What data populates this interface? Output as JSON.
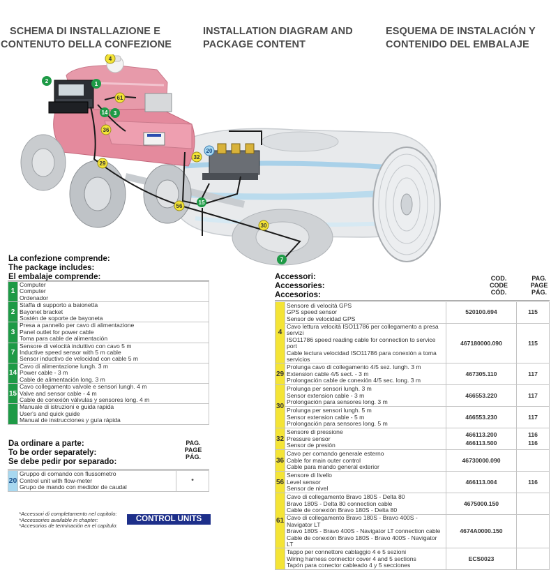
{
  "headers": {
    "it": [
      "SCHEMA DI INSTALLAZIONE E",
      "CONTENUTO DELLA CONFEZIONE"
    ],
    "en": [
      "INSTALLATION DIAGRAM AND",
      "PACKAGE CONTENT"
    ],
    "es": [
      "ESQUEMA DE INSTALACIÓN Y",
      "CONTENIDO DEL EMBALAJE"
    ]
  },
  "diagram_labels": [
    {
      "num": "1",
      "kind": "green"
    },
    {
      "num": "2",
      "kind": "green"
    },
    {
      "num": "3",
      "kind": "green"
    },
    {
      "num": "4",
      "kind": "yellow"
    },
    {
      "num": "7",
      "kind": "green"
    },
    {
      "num": "14",
      "kind": "green"
    },
    {
      "num": "15",
      "kind": "green"
    },
    {
      "num": "20",
      "kind": "blue"
    },
    {
      "num": "29",
      "kind": "yellow"
    },
    {
      "num": "30",
      "kind": "yellow"
    },
    {
      "num": "32",
      "kind": "yellow"
    },
    {
      "num": "36",
      "kind": "yellow"
    },
    {
      "num": "56",
      "kind": "yellow"
    },
    {
      "num": "61",
      "kind": "yellow"
    }
  ],
  "package": {
    "title": [
      "La confezione comprende:",
      "The package includes:",
      "El embalaje comprende:"
    ],
    "items": [
      {
        "num": "1",
        "lines": [
          "Computer",
          "Computer",
          "Ordenador"
        ]
      },
      {
        "num": "2",
        "lines": [
          "Staffa di supporto a baionetta",
          "Bayonet bracket",
          "Sostén de soporte de bayoneta"
        ]
      },
      {
        "num": "3",
        "lines": [
          "Presa a pannello per cavo di alimentazione",
          "Panel outlet for power cable",
          "Toma para cable de alimentación"
        ]
      },
      {
        "num": "7",
        "lines": [
          "Sensore di velocità induttivo con cavo 5 m",
          "Inductive speed sensor with 5 m cable",
          "Sensor inductivo de velocidad con cable 5 m"
        ]
      },
      {
        "num": "14",
        "lines": [
          "Cavo di alimentazione lungh. 3 m",
          "Power cable - 3 m",
          "Cable de alimentación long. 3 m"
        ]
      },
      {
        "num": "15",
        "lines": [
          "Cavo collegamento valvole e sensori lungh. 4 m",
          "Valve and sensor cable - 4 m",
          "Cable de conexión válvulas y sensores long. 4 m"
        ]
      },
      {
        "num": "",
        "lines": [
          "Manuale di istruzioni e guida rapida",
          "User's and quick guide",
          "Manual de instrucciones y guía rápida"
        ]
      }
    ]
  },
  "order": {
    "title": [
      "Da ordinare a parte:",
      "To be order separately:",
      "Se debe pedir por separado:"
    ],
    "pag_header": [
      "PAG.",
      "PAGE",
      "PÁG."
    ],
    "items": [
      {
        "num": "20",
        "lines": [
          "Gruppo di comando con flussometro",
          "Control unit with flow-meter",
          "Grupo de mando con medidor de caudal"
        ],
        "page": "*"
      }
    ]
  },
  "accessories": {
    "title": [
      "Accessori:",
      "Accessories:",
      "Accesorios:"
    ],
    "code_header": [
      "COD.",
      "CODE",
      "CÓD."
    ],
    "pag_header": [
      "PAG.",
      "PAGE",
      "PÁG."
    ],
    "rows": [
      {
        "num": "4",
        "items": [
          {
            "lines": [
              "Sensore di velocità GPS",
              "GPS speed sensor",
              "Sensor de velocidad GPS"
            ],
            "code": "520100.694",
            "page": "115"
          },
          {
            "lines": [
              "Cavo lettura velocità ISO11786 per collegamento a presa servizi",
              "ISO11786 speed reading cable for connection to service port",
              "Cable lectura velocidad ISO11786 para conexión a toma servicios"
            ],
            "code": "467180000.090",
            "page": "115"
          }
        ]
      },
      {
        "num": "29",
        "items": [
          {
            "lines": [
              "Prolunga cavo di collegamento 4/5 sez. lungh. 3 m",
              "Extension cable 4/5 sect. - 3 m",
              "Prolongación cable de conexión 4/5  sec. long. 3 m"
            ],
            "code": "467305.110",
            "page": "117"
          }
        ]
      },
      {
        "num": "30",
        "items": [
          {
            "lines": [
              "Prolunga per sensori lungh. 3 m",
              "Sensor extension cable - 3 m",
              "Prolongación para sensores long. 3 m"
            ],
            "code": "466553.220",
            "page": "117"
          },
          {
            "lines": [
              "Prolunga per sensori lungh. 5 m",
              "Sensor extension cable - 5 m",
              "Prolongación para sensores long. 5 m"
            ],
            "code": "466553.230",
            "page": "117"
          }
        ]
      },
      {
        "num": "32",
        "items": [
          {
            "lines": [
              "Sensore di pressione",
              "Pressure sensor",
              "Sensor de presión"
            ],
            "codes": [
              "466113.200",
              "466113.500"
            ],
            "page": "116"
          }
        ]
      },
      {
        "num": "36",
        "items": [
          {
            "lines": [
              "Cavo per comando generale esterno",
              "Cable for main outer control",
              "Cable para mando general exterior"
            ],
            "code": "46730000.090",
            "page": ""
          }
        ]
      },
      {
        "num": "56",
        "items": [
          {
            "lines": [
              "Sensore di livello",
              "Level sensor",
              "Sensor de nivel"
            ],
            "code": "466113.004",
            "page": "116"
          }
        ]
      },
      {
        "num": "61",
        "items": [
          {
            "lines": [
              "Cavo di collegamento Bravo 180S - Delta 80",
              "Bravo 180S - Delta 80 connection cable",
              "Cable de conexión Bravo 180S - Delta 80"
            ],
            "code": "4675000.150",
            "page": ""
          },
          {
            "lines": [
              "Cavo di collegamento Bravo 180S - Bravo 400S - Navigator LT",
              "Bravo 180S - Bravo 400S - Navigator LT connection cable",
              "Cable de conexión Bravo 180S - Bravo 400S - Navigator LT"
            ],
            "code": "4674A0000.150",
            "page": ""
          }
        ]
      },
      {
        "num": "",
        "items": [
          {
            "lines": [
              "Tappo per connettore cablaggio 4 e 5 sezioni",
              "Wiring harness connector cover 4 and 5 sections",
              "Tapón para conector cableado 4 y 5 secciones"
            ],
            "code": "ECS0023",
            "page": ""
          }
        ]
      }
    ]
  },
  "notes": [
    "*Accessori di completamento nel capitolo:",
    "*Accessories available in chapter:",
    "*Accesorios de terminación en el capítulo:"
  ],
  "control_units": "CONTROL UNITS"
}
